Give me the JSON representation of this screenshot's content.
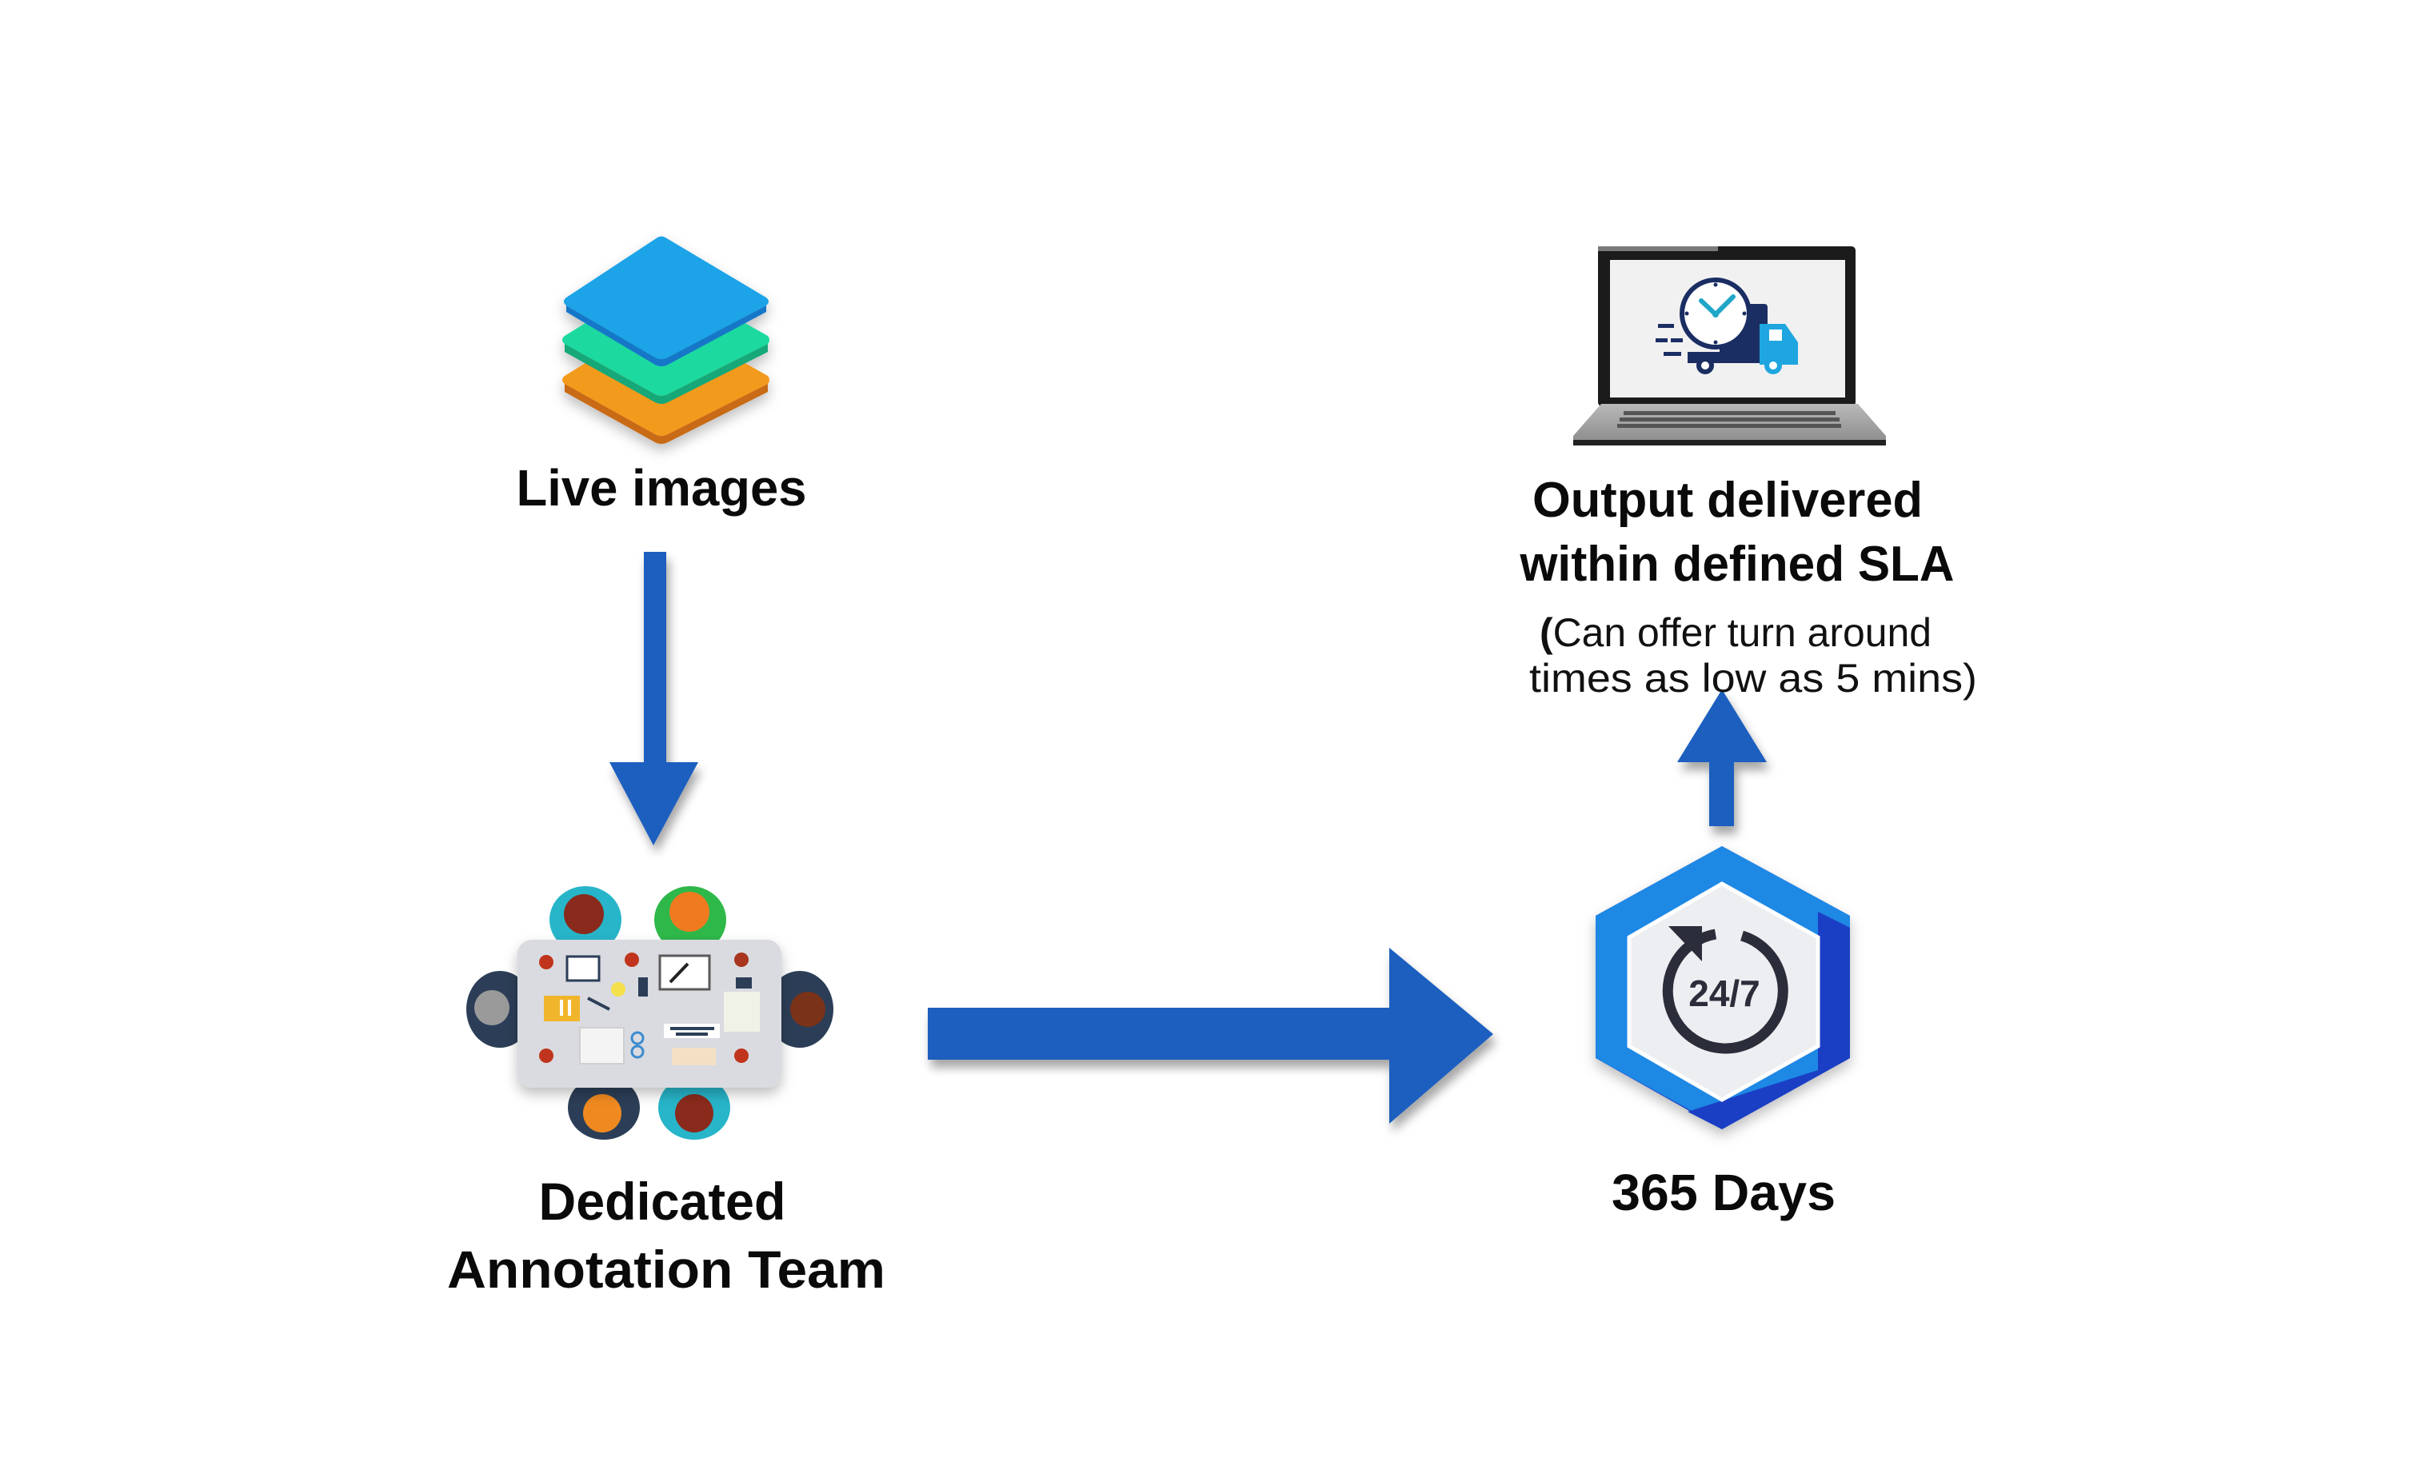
{
  "diagram": {
    "type": "workflow",
    "colors": {
      "background": "#ffffff",
      "arrow": "#1e5fbf",
      "text": "#0a0a0a",
      "layer_top": "#1ea3e8",
      "layer_middle": "#1fd9a0",
      "layer_bottom": "#f29a1f",
      "hex_light": "#1e88e5",
      "hex_dark": "#1a3fc4",
      "ring": "#2b2d3a"
    },
    "nodes": [
      {
        "id": "live-images",
        "icon": "layers-stack-icon",
        "label_lines": [
          "Live images"
        ]
      },
      {
        "id": "annotation-team",
        "icon": "team-meeting-table-icon",
        "label_lines": [
          "Dedicated",
          "Annotation Team"
        ]
      },
      {
        "id": "always-on",
        "icon": "hexagon-24-7-icon",
        "badge_text": "24/7",
        "label_lines": [
          "365 Days"
        ]
      },
      {
        "id": "output",
        "icon": "laptop-clock-delivery-icon",
        "label_lines": [
          "Output delivered",
          "within defined SLA"
        ],
        "note_open": "(",
        "note_lines": [
          "Can offer turn around",
          "times as low as 5 mins)"
        ]
      }
    ],
    "edges": [
      {
        "from": "live-images",
        "to": "annotation-team",
        "direction": "down"
      },
      {
        "from": "annotation-team",
        "to": "always-on",
        "direction": "right"
      },
      {
        "from": "always-on",
        "to": "output",
        "direction": "up"
      }
    ]
  }
}
